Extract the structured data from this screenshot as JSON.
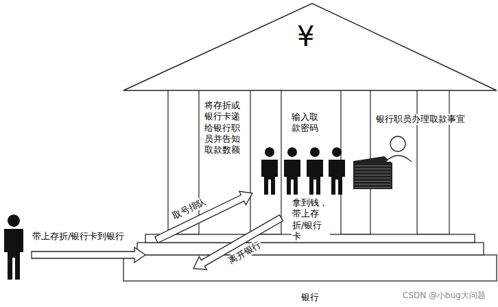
{
  "diagram": {
    "caption": "银行",
    "labels": [
      "¥",
      "将存折或银行卡递给银行职员并告知取款数额",
      "输入取款密码",
      "银行职员办理取款事宜",
      "带上存折/银行卡到银行",
      "取号排队",
      "拿到钱，带上存折/银行卡",
      "离开银行",
      "CSDN @小bug大问题"
    ]
  }
}
